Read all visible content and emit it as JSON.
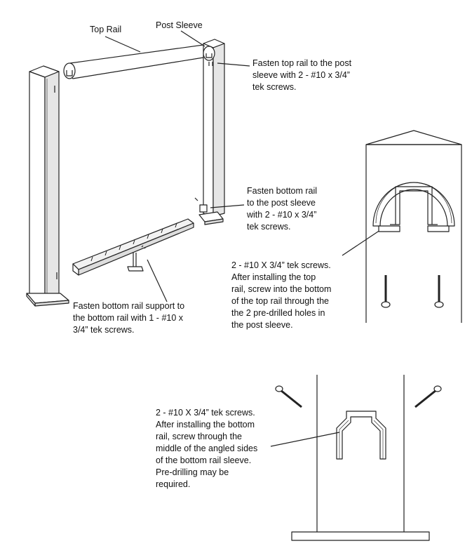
{
  "labels": {
    "top_rail": "Top Rail",
    "post_sleeve": "Post Sleeve"
  },
  "callouts": {
    "fasten_top_rail": "Fasten top rail to the post\nsleeve with 2 - #10 x 3/4”\ntek screws.",
    "fasten_bottom_rail": "Fasten bottom rail\nto the post sleeve\nwith 2 - #10 x 3/4”\ntek screws.",
    "top_rail_screws": "2 - #10 X 3/4” tek screws.\nAfter installing the top\nrail, screw into the bottom\nof the top rail through the\nthe 2 pre-drilled holes in\nthe post sleeve.",
    "fasten_bottom_support": "Fasten bottom rail support to\nthe bottom rail with 1 - #10 x\n3/4” tek screws.",
    "bottom_rail_screws": "2 - #10 X 3/4” tek screws.\nAfter installing the bottom\nrail, screw through the\nmiddle of the angled sides\nof the bottom rail sleeve.\nPre-drilling may be\nrequired."
  }
}
